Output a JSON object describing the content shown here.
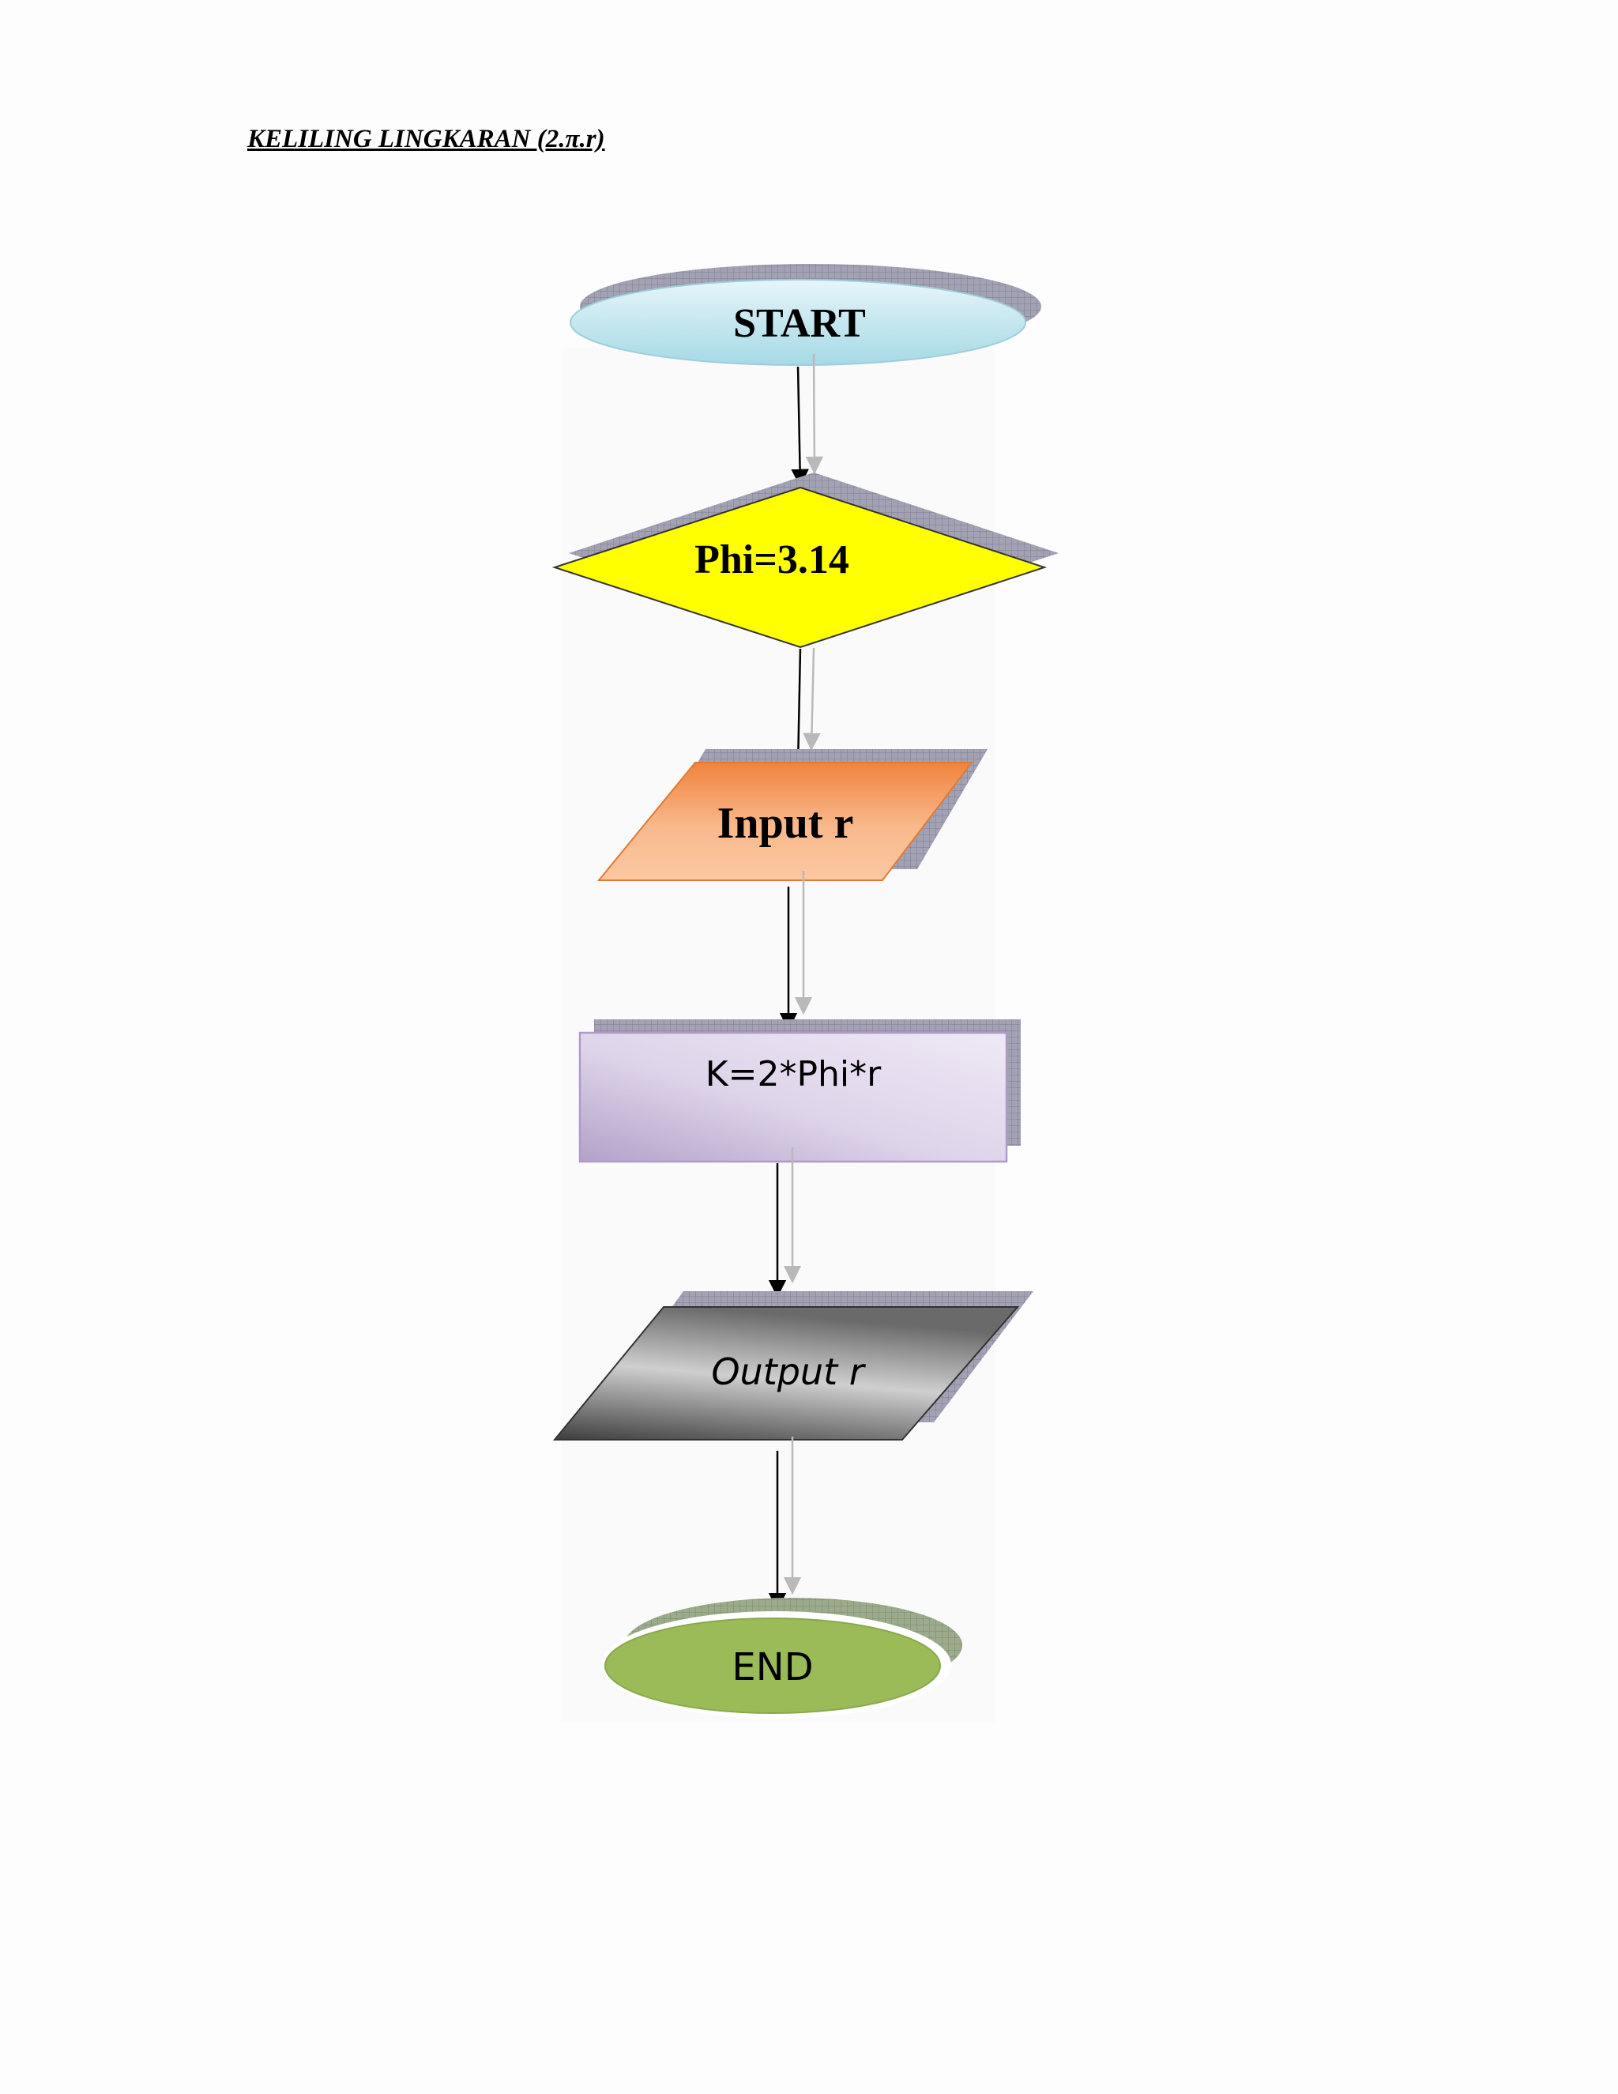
{
  "page": {
    "title": "KELILING LINGKARAN (2.π.r)"
  },
  "flowchart": {
    "nodes": [
      {
        "id": "start",
        "shape": "terminator",
        "label": "START",
        "color": "#c3e6ee"
      },
      {
        "id": "phi",
        "shape": "decision",
        "label": "Phi=3.14",
        "color": "#ffff00"
      },
      {
        "id": "input",
        "shape": "data",
        "label": "Input r",
        "color": "#f7a26a"
      },
      {
        "id": "process",
        "shape": "process",
        "label": "K=2*Phi*r",
        "color": "#d8cde6"
      },
      {
        "id": "output",
        "shape": "data",
        "label": "Output r",
        "color": "#9c9c9c"
      },
      {
        "id": "end",
        "shape": "terminator",
        "label": "END",
        "color": "#9bbb59"
      }
    ],
    "edges": [
      {
        "from": "start",
        "to": "phi"
      },
      {
        "from": "phi",
        "to": "input"
      },
      {
        "from": "input",
        "to": "process"
      },
      {
        "from": "process",
        "to": "output"
      },
      {
        "from": "output",
        "to": "end"
      }
    ]
  }
}
